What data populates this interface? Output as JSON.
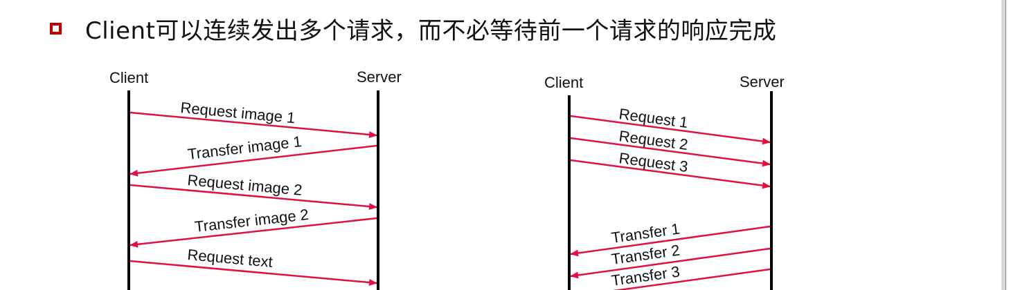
{
  "slide": {
    "bullet_text": "Client可以连续发出多个请求，而不必等待前一个请求的响应完成"
  },
  "colors": {
    "arrow": "#e01040",
    "bullet": "#c00000",
    "lifeline": "#000000"
  },
  "diagram_left": {
    "client_label": "Client",
    "server_label": "Server",
    "messages": [
      {
        "label": "Request image 1",
        "direction": "to-server"
      },
      {
        "label": "Transfer image 1",
        "direction": "to-client"
      },
      {
        "label": "Request image 2",
        "direction": "to-server"
      },
      {
        "label": "Transfer image 2",
        "direction": "to-client"
      },
      {
        "label": "Request text",
        "direction": "to-server"
      }
    ]
  },
  "diagram_right": {
    "client_label": "Client",
    "server_label": "Server",
    "messages": [
      {
        "label": "Request 1",
        "direction": "to-server"
      },
      {
        "label": "Request 2",
        "direction": "to-server"
      },
      {
        "label": "Request 3",
        "direction": "to-server"
      },
      {
        "label": "Transfer 1",
        "direction": "to-client"
      },
      {
        "label": "Transfer 2",
        "direction": "to-client"
      },
      {
        "label": "Transfer 3",
        "direction": "to-client"
      }
    ]
  }
}
